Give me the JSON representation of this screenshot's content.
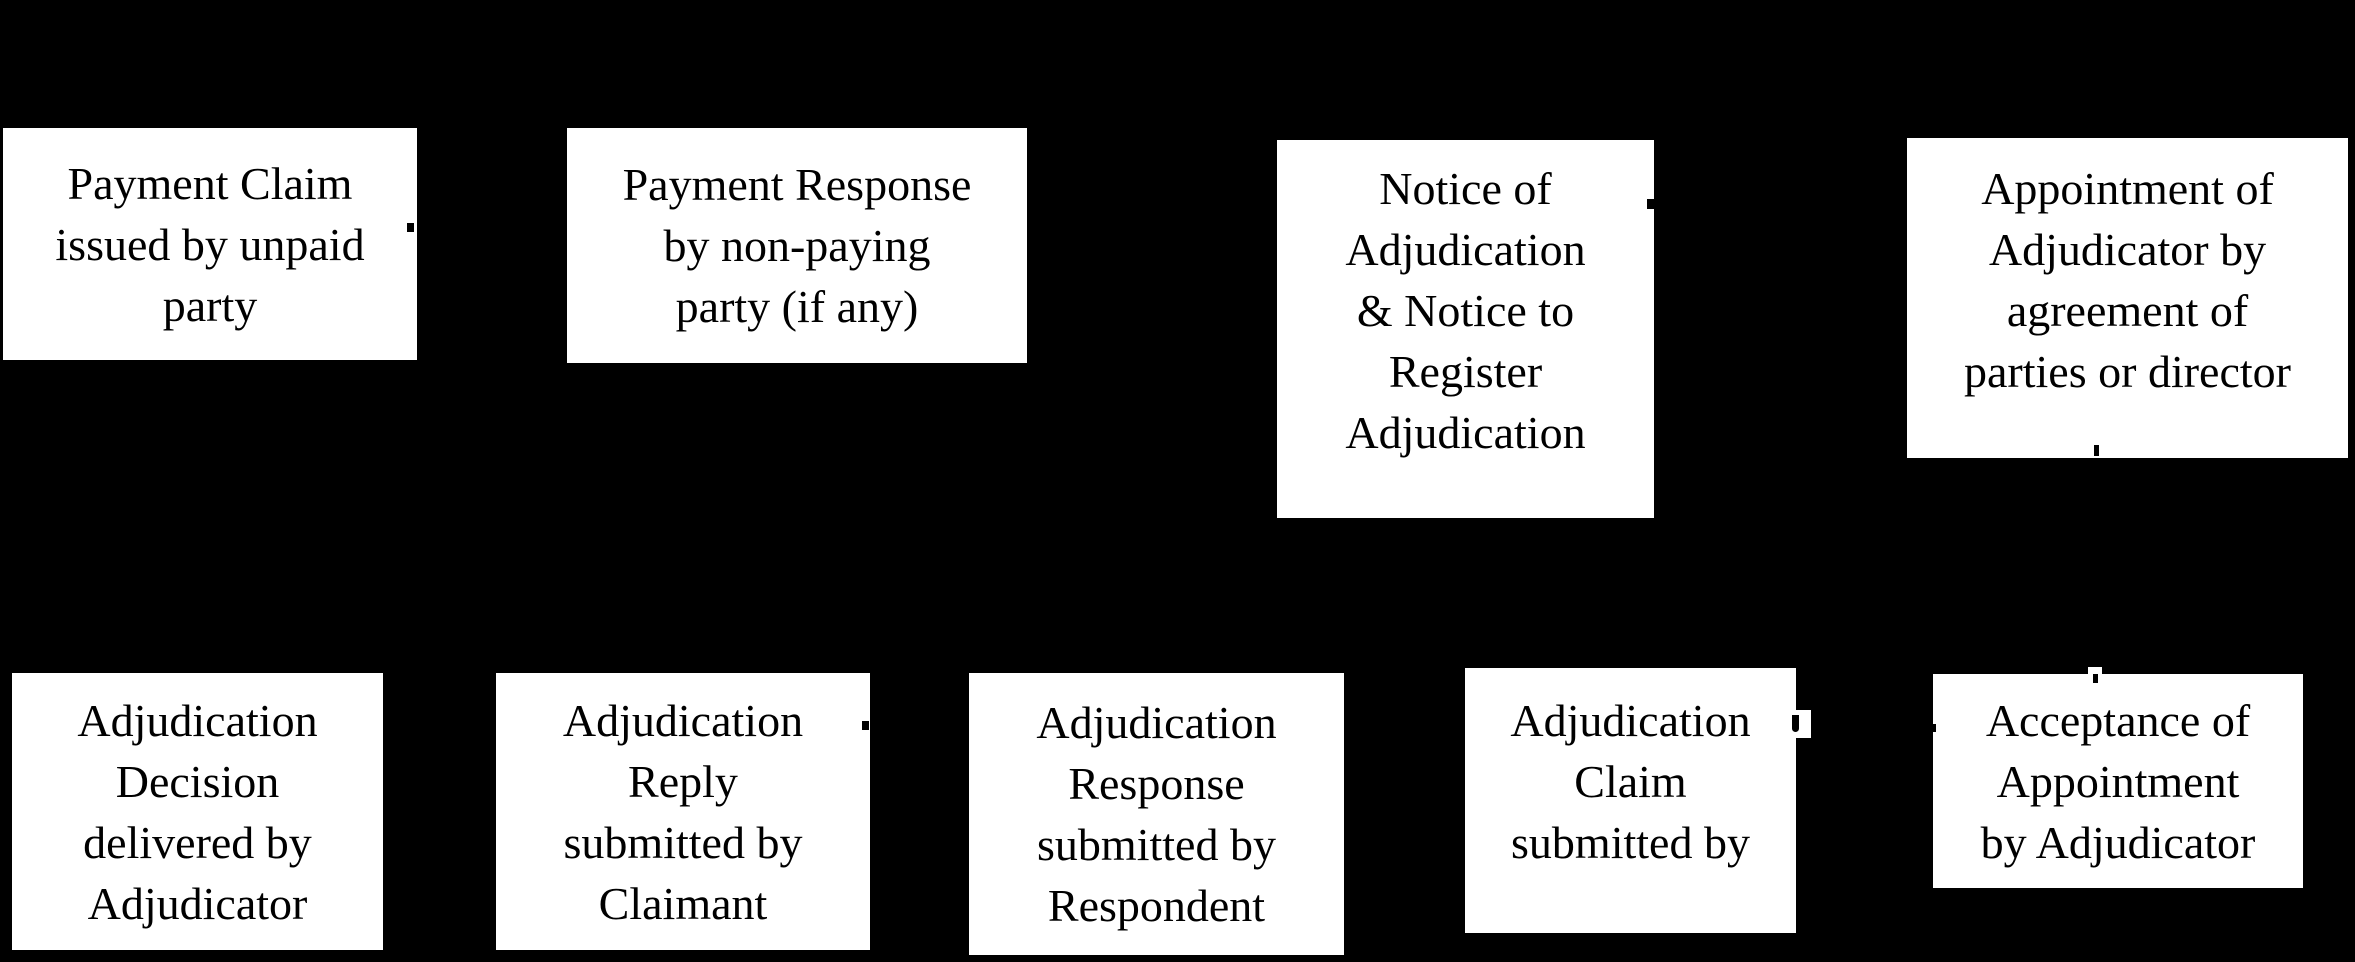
{
  "canvas": {
    "background_color": "#000000",
    "box_fill_color": "#ffffff",
    "box_text_color": "#000000"
  },
  "diagram": {
    "description": "Adjudication process flowchart",
    "boxes": [
      {
        "id": "payment-claim",
        "lines": [
          "Payment Claim",
          "issued by unpaid",
          "party"
        ]
      },
      {
        "id": "payment-response",
        "lines": [
          "Payment Response",
          "by non-paying",
          "party (if any)"
        ]
      },
      {
        "id": "notice-of-adjudication",
        "lines": [
          "Notice of",
          "Adjudication",
          "& Notice to",
          "Register",
          "Adjudication"
        ]
      },
      {
        "id": "appointment-of-adjudicator",
        "lines": [
          "Appointment of",
          "Adjudicator by",
          "agreement of",
          "parties or director"
        ]
      },
      {
        "id": "adjudication-decision",
        "lines": [
          "Adjudication",
          "Decision",
          "delivered by",
          "Adjudicator"
        ]
      },
      {
        "id": "adjudication-reply",
        "lines": [
          "Adjudication",
          "Reply",
          "submitted by",
          "Claimant"
        ]
      },
      {
        "id": "adjudication-response",
        "lines": [
          "Adjudication",
          "Response",
          "submitted by",
          "Respondent"
        ]
      },
      {
        "id": "adjudication-claim",
        "lines": [
          "Adjudication",
          "Claim",
          "submitted by"
        ]
      },
      {
        "id": "acceptance-of-appointment",
        "lines": [
          "Acceptance of",
          "Appointment",
          "by Adjudicator"
        ]
      }
    ]
  }
}
